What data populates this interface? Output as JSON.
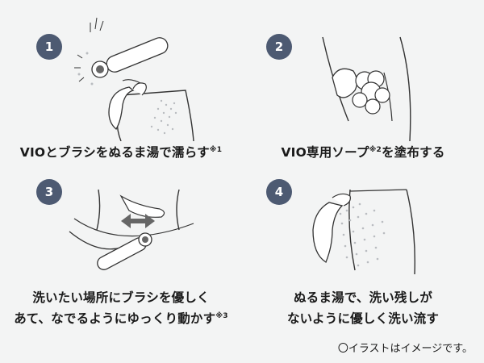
{
  "steps": [
    {
      "number": "1",
      "text": "VIOとブラシをぬるま湯で濡らす",
      "sup": "※1",
      "line2": ""
    },
    {
      "number": "2",
      "text": "VIO専用ソープ",
      "sup": "※2",
      "tail": "を塗布する"
    },
    {
      "number": "3",
      "line1": "洗いたい場所にブラシを優しく",
      "line2": "あて、なでるようにゆっくり動かす",
      "sup": "※3"
    },
    {
      "number": "4",
      "line1": "ぬるま湯で、洗い残しが",
      "line2": "ないように優しく洗い流す"
    }
  ],
  "note": "〇イラストはイメージです。",
  "colors": {
    "badge": "#4d5a72",
    "background": "#f3f4f4",
    "line": "#333333",
    "dots": "#b9bcc0"
  }
}
